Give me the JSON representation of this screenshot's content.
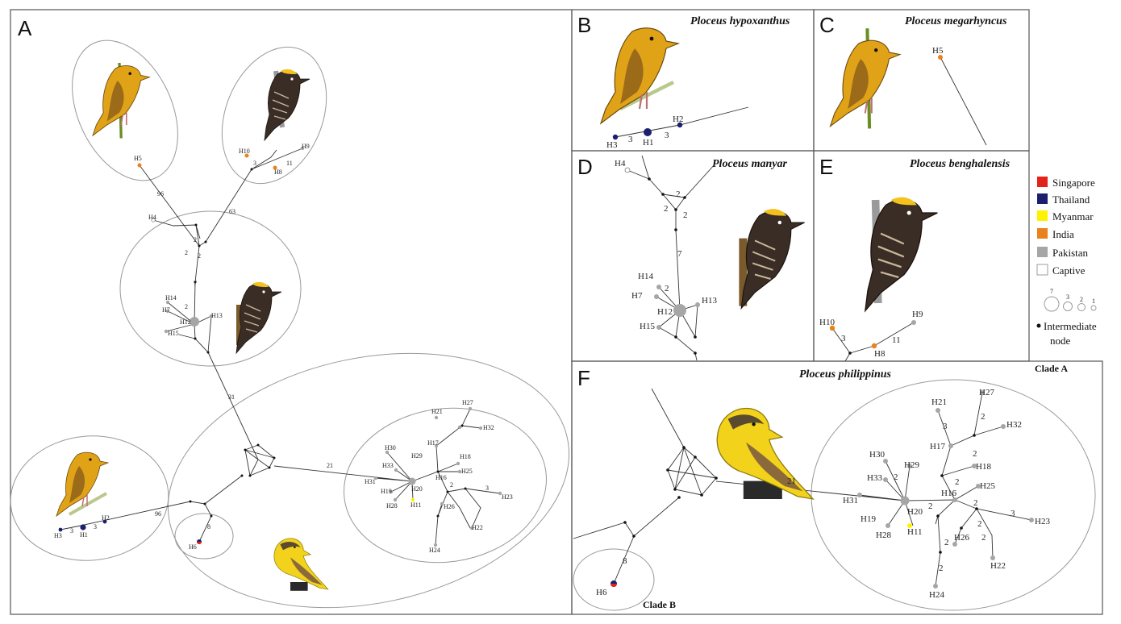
{
  "panel_labels": {
    "a": "A",
    "b": "B",
    "c": "C",
    "d": "D",
    "e": "E",
    "f": "F"
  },
  "species": {
    "b": "Ploceus hypoxanthus",
    "c": "Ploceus megarhyncus",
    "d": "Ploceus manyar",
    "e": "Ploceus benghalensis",
    "f": "Ploceus philippinus"
  },
  "clades": {
    "a": "Clade A",
    "b": "Clade B"
  },
  "legend": {
    "items": [
      {
        "label": "Singapore",
        "color": "#e2231a"
      },
      {
        "label": "Thailand",
        "color": "#1c1f6e"
      },
      {
        "label": "Myanmar",
        "color": "#fff200"
      },
      {
        "label": "India",
        "color": "#e8821e"
      },
      {
        "label": "Pakistan",
        "color": "#a6a6a6"
      },
      {
        "label": "Captive",
        "color": "#ffffff"
      }
    ],
    "size_labels": [
      "7",
      "3",
      "2",
      "1"
    ],
    "intermediate_label_1": "Intermediate",
    "intermediate_label_2": "node"
  },
  "colors": {
    "line": "#333333",
    "node": "#111111",
    "ring": "#999999",
    "bird_yellow": "#f3c21d",
    "bird_brown": "#7a5a2a",
    "bird_dark": "#2b2220",
    "perch": "#6b8e23"
  },
  "network": {
    "haplotypes": [
      "H1",
      "H2",
      "H3",
      "H4",
      "H5",
      "H6",
      "H7",
      "H8",
      "H9",
      "H10",
      "H11",
      "H12",
      "H13",
      "H14",
      "H15",
      "H16",
      "H17",
      "H18",
      "H19",
      "H20",
      "H21",
      "H22",
      "H23",
      "H24",
      "H25",
      "H26",
      "H27",
      "H28",
      "H29",
      "H30",
      "H31",
      "H32",
      "H33"
    ],
    "mutation_steps": [
      "96",
      "96",
      "63",
      "31",
      "21",
      "8",
      "11",
      "3",
      "2",
      "7"
    ]
  }
}
